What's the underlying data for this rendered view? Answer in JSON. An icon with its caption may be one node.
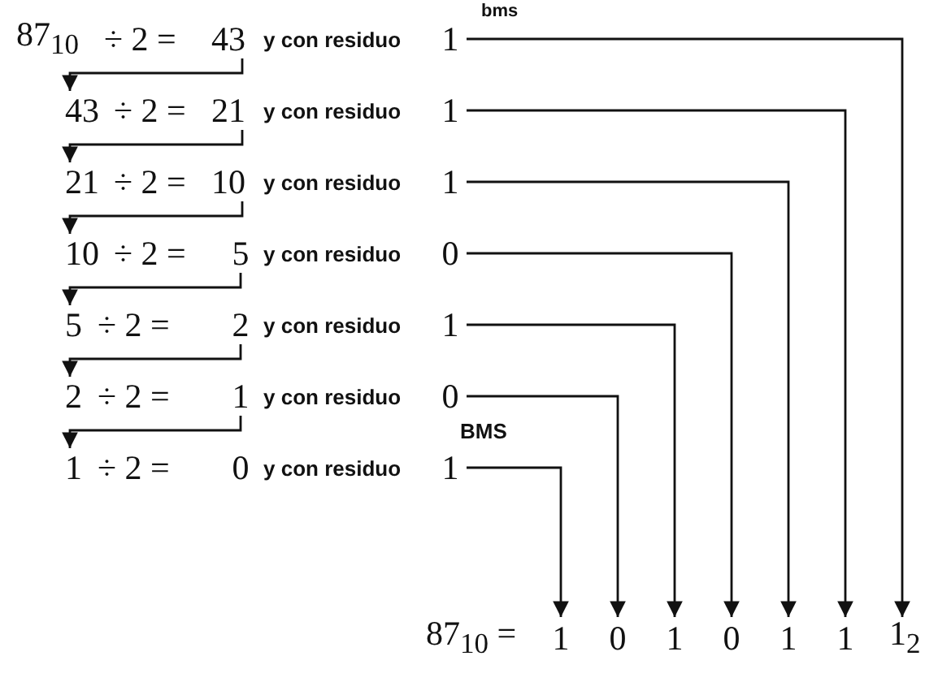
{
  "diagram": {
    "nodes": [
      {
        "text": [
          "87$_{10}$"
        ]
      },
      {
        "text": [
          "43"
        ]
      },
      {
        "text": [
          "1"
        ]
      },
      {
        "text": [
          "43"
        ]
      },
      {
        "text": [
          "21"
        ]
      },
      {
        "text": [
          "1"
        ]
      },
      {
        "text": [
          "21"
        ]
      },
      {
        "text": [
          "10"
        ]
      },
      {
        "text": [
          "1"
        ]
      },
      {
        "text": [
          "10"
        ]
      },
      {
        "text": [
          "5"
        ]
      },
      {
        "text": [
          "0"
        ]
      },
      {
        "text": [
          "5"
        ]
      },
      {
        "text": [
          "2"
        ]
      },
      {
        "text": [
          "1"
        ]
      },
      {
        "text": [
          "2"
        ]
      },
      {
        "text": [
          "1"
        ]
      },
      {
        "text": [
          "0"
        ]
      },
      {
        "text": [
          "1"
        ]
      },
      {
        "text": [
          "0"
        ]
      },
      {
        "text": [
          "1"
        ]
      },
      {
        "text": [
          "1"
        ]
      },
      {
        "text": [
          "0"
        ]
      },
      {
        "text": [
          "1"
        ]
      },
      {
        "text": [
          "0"
        ]
      },
      {
        "text": [
          "1"
        ]
      },
      {
        "text": [
          "1"
        ]
      },
      {
        "text": [
          "1$_{2}$"
        ]
      }
    ],
    "edges": [
      {
        "from": 1,
        "to": 3,
        "arrow": "to"
      },
      {
        "from": 4,
        "to": 6,
        "arrow": "to"
      },
      {
        "from": 7,
        "to": 9,
        "arrow": "to"
      },
      {
        "from": 10,
        "to": 12,
        "arrow": "to"
      },
      {
        "from": 13,
        "to": 15,
        "arrow": "to"
      },
      {
        "from": 16,
        "to": 18,
        "arrow": "to"
      },
      {
        "from": 2,
        "to": 27,
        "arrow": "to"
      },
      {
        "from": 5,
        "to": 26,
        "arrow": "to"
      },
      {
        "from": 8,
        "to": 25,
        "arrow": "to"
      },
      {
        "from": 11,
        "to": 24,
        "arrow": "to"
      },
      {
        "from": 14,
        "to": 23,
        "arrow": "to"
      },
      {
        "from": 17,
        "to": 22,
        "arrow": "to"
      },
      {
        "from": 20,
        "to": 21,
        "arrow": "to"
      }
    ],
    "labels": [
      "bms",
      "÷ 2 =",
      "y con residuo",
      "÷ 2 =",
      "y con residuo",
      "÷ 2 =",
      "y con residuo",
      "÷ 2 =",
      "y con residuo",
      "÷ 2 =",
      "y con residuo",
      "÷ 2 =",
      "y con residuo",
      "BMS",
      "÷ 2 =",
      "y con residuo",
      "87$_{10}$ ="
    ]
  }
}
